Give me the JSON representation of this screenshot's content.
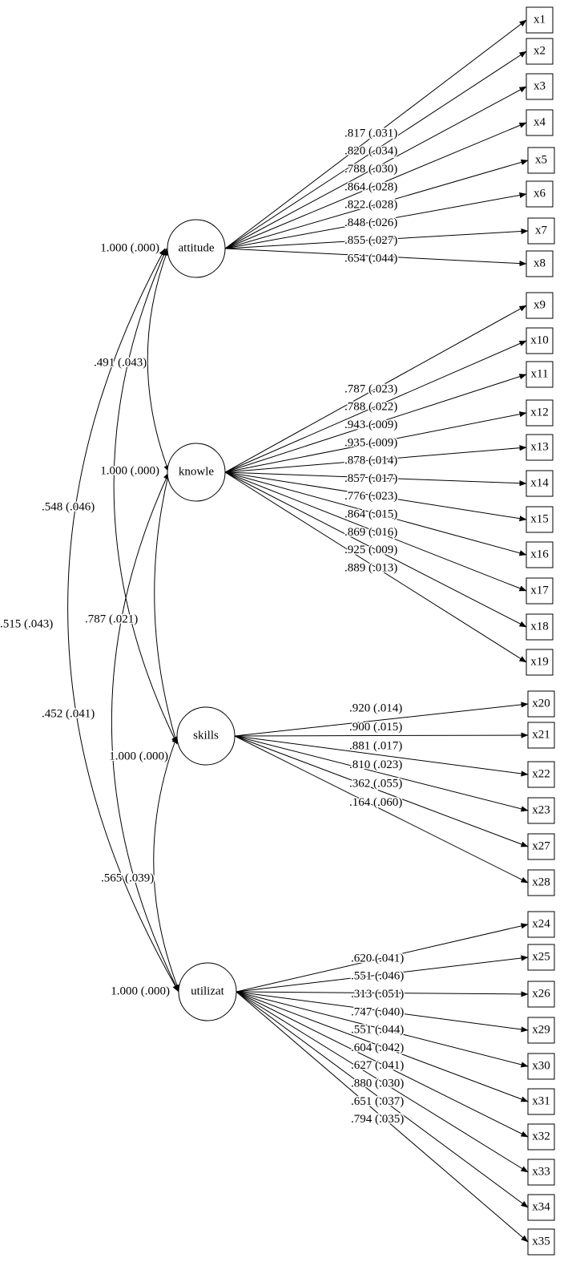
{
  "latent_factors": [
    {
      "id": "attitude",
      "label": "attitude",
      "variance": "1.000 (.000)"
    },
    {
      "id": "knowle",
      "label": "knowle",
      "variance": "1.000 (.000)"
    },
    {
      "id": "skills",
      "label": "skills",
      "variance": "1.000 (.000)"
    },
    {
      "id": "utilizat",
      "label": "utilizat",
      "variance": "1.000 (.000)"
    }
  ],
  "indicators": [
    "x1",
    "x2",
    "x3",
    "x4",
    "x5",
    "x6",
    "x7",
    "x8",
    "x9",
    "x10",
    "x11",
    "x12",
    "x13",
    "x14",
    "x15",
    "x16",
    "x17",
    "x18",
    "x19",
    "x20",
    "x21",
    "x22",
    "x23",
    "x27",
    "x28",
    "x24",
    "x25",
    "x26",
    "x29",
    "x30",
    "x31",
    "x32",
    "x33",
    "x34",
    "x35"
  ],
  "loadings": [
    {
      "factor": "attitude",
      "indicator": "x1",
      "label": ".817 (.031)"
    },
    {
      "factor": "attitude",
      "indicator": "x2",
      "label": ".820 (.034)"
    },
    {
      "factor": "attitude",
      "indicator": "x3",
      "label": ".788 (.030)"
    },
    {
      "factor": "attitude",
      "indicator": "x4",
      "label": ".864 (.028)"
    },
    {
      "factor": "attitude",
      "indicator": "x5",
      "label": ".822 (.028)"
    },
    {
      "factor": "attitude",
      "indicator": "x6",
      "label": ".848 (.026)"
    },
    {
      "factor": "attitude",
      "indicator": "x7",
      "label": ".855 (.027)"
    },
    {
      "factor": "attitude",
      "indicator": "x8",
      "label": ".654 (.044)"
    },
    {
      "factor": "knowle",
      "indicator": "x9",
      "label": ".787 (.023)"
    },
    {
      "factor": "knowle",
      "indicator": "x10",
      "label": ".788 (.022)"
    },
    {
      "factor": "knowle",
      "indicator": "x11",
      "label": ".943 (.009)"
    },
    {
      "factor": "knowle",
      "indicator": "x12",
      "label": ".935 (.009)"
    },
    {
      "factor": "knowle",
      "indicator": "x13",
      "label": ".878 (.014)"
    },
    {
      "factor": "knowle",
      "indicator": "x14",
      "label": ".857 (.017)"
    },
    {
      "factor": "knowle",
      "indicator": "x15",
      "label": ".776 (.023)"
    },
    {
      "factor": "knowle",
      "indicator": "x16",
      "label": ".864 (.015)"
    },
    {
      "factor": "knowle",
      "indicator": "x17",
      "label": ".869 (.016)"
    },
    {
      "factor": "knowle",
      "indicator": "x18",
      "label": ".925 (.009)"
    },
    {
      "factor": "knowle",
      "indicator": "x19",
      "label": ".889 (.013)"
    },
    {
      "factor": "skills",
      "indicator": "x20",
      "label": ".920 (.014)"
    },
    {
      "factor": "skills",
      "indicator": "x21",
      "label": ".900 (.015)"
    },
    {
      "factor": "skills",
      "indicator": "x22",
      "label": ".881 (.017)"
    },
    {
      "factor": "skills",
      "indicator": "x23",
      "label": ".810 (.023)"
    },
    {
      "factor": "skills",
      "indicator": "x27",
      "label": ".362 (.055)"
    },
    {
      "factor": "skills",
      "indicator": "x28",
      "label": ".164 (.060)"
    },
    {
      "factor": "utilizat",
      "indicator": "x24",
      "label": ".620 (.041)"
    },
    {
      "factor": "utilizat",
      "indicator": "x25",
      "label": ".551 (.046)"
    },
    {
      "factor": "utilizat",
      "indicator": "x26",
      "label": ".313 (.051)"
    },
    {
      "factor": "utilizat",
      "indicator": "x29",
      "label": ".747 (.040)"
    },
    {
      "factor": "utilizat",
      "indicator": "x30",
      "label": ".551 (.044)"
    },
    {
      "factor": "utilizat",
      "indicator": "x31",
      "label": ".604 (.042)"
    },
    {
      "factor": "utilizat",
      "indicator": "x32",
      "label": ".627 (.041)"
    },
    {
      "factor": "utilizat",
      "indicator": "x33",
      "label": ".880 (.030)"
    },
    {
      "factor": "utilizat",
      "indicator": "x34",
      "label": ".651 (.037)"
    },
    {
      "factor": "utilizat",
      "indicator": "x35",
      "label": ".794 (.035)"
    }
  ],
  "covariances": [
    {
      "from": "attitude",
      "to": "knowle",
      "label": ".491 (.043)"
    },
    {
      "from": "attitude",
      "to": "skills",
      "label": ".548 (.046)"
    },
    {
      "from": "attitude",
      "to": "utilizat",
      "label": ".515 (.043)"
    },
    {
      "from": "knowle",
      "to": "skills",
      "label": ".787 (.021)"
    },
    {
      "from": "knowle",
      "to": "utilizat",
      "label": ".452 (.041)"
    },
    {
      "from": "skills",
      "to": "utilizat",
      "label": ".565 (.039)"
    }
  ]
}
